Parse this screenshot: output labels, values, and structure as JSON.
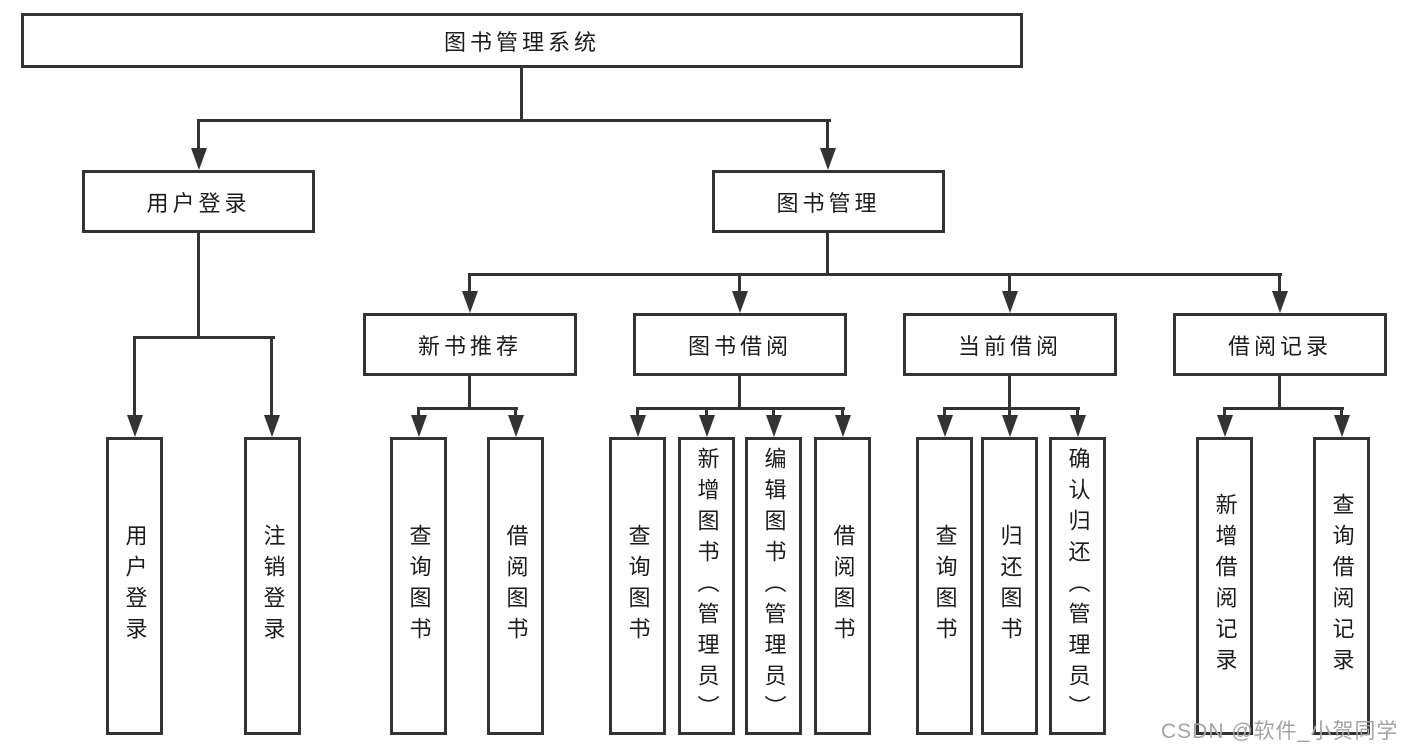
{
  "diagram": {
    "root": {
      "label": "图书管理系统"
    },
    "level2": {
      "user_login": {
        "label": "用户登录"
      },
      "book_mgmt": {
        "label": "图书管理"
      }
    },
    "level3": {
      "new_books": {
        "label": "新书推荐"
      },
      "book_borrow": {
        "label": "图书借阅"
      },
      "current_borrow": {
        "label": "当前借阅"
      },
      "borrow_records": {
        "label": "借阅记录"
      }
    },
    "leaves": {
      "user_login": [
        "用户登录",
        "注销登录"
      ],
      "new_books": [
        "查询图书",
        "借阅图书"
      ],
      "book_borrow": [
        "查询图书",
        "新增图书（管理员）",
        "编辑图书（管理员）",
        "借阅图书"
      ],
      "current_borrow": [
        "查询图书",
        "归还图书",
        "确认归还（管理员）"
      ],
      "borrow_records": [
        "新增借阅记录",
        "查询借阅记录"
      ]
    },
    "colors": {
      "line": "#333333",
      "text": "#1c1c1c",
      "background": "#ffffff",
      "watermark": "#a4a4a4"
    }
  },
  "watermark": {
    "text": "CSDN @软件_小贺同学"
  }
}
